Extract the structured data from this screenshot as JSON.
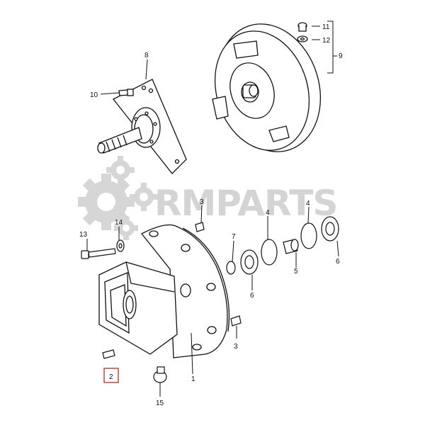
{
  "watermark": {
    "text": "RMPARTS",
    "color": "#d4d4d4"
  },
  "line_color": "#111111",
  "highlight_color": "#c0392b",
  "callouts": {
    "c1": "1",
    "c2": "2",
    "c3a": "3",
    "c3b": "3",
    "c4a": "4",
    "c4b": "4",
    "c5": "5",
    "c6a": "6",
    "c6b": "6",
    "c7": "7",
    "c8": "8",
    "c9": "9",
    "c10": "10",
    "c11": "11",
    "c12": "12",
    "c13": "13",
    "c14": "14",
    "c15": "15"
  },
  "highlighted_part": "2"
}
